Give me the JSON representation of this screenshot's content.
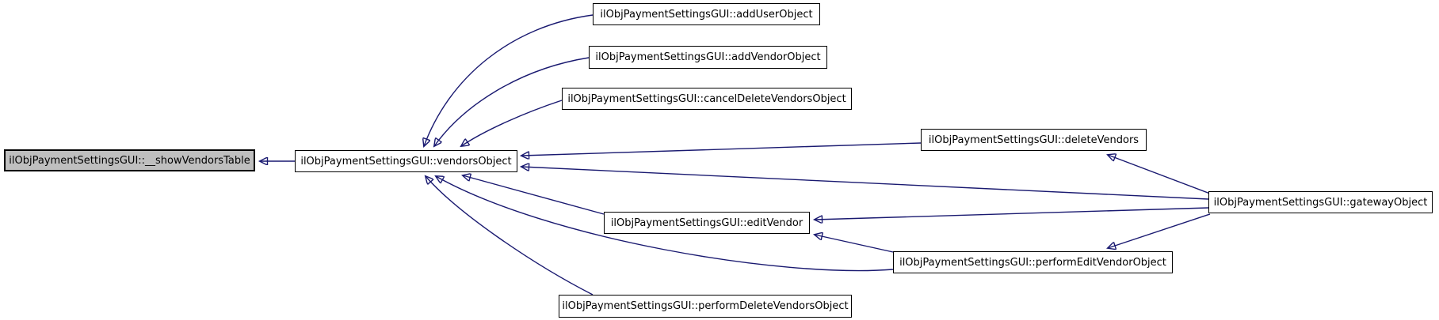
{
  "diagram": {
    "type": "call-graph",
    "background_color": "#ffffff",
    "edge_color": "#191970",
    "node_border_color": "#000000",
    "node_fill_color": "#ffffff",
    "highlighted_node_fill_color": "#bfbfbf",
    "nodes": {
      "showVendorsTable": {
        "label": "ilObjPaymentSettingsGUI::__showVendorsTable",
        "highlighted": true
      },
      "vendorsObject": {
        "label": "ilObjPaymentSettingsGUI::vendorsObject",
        "highlighted": false
      },
      "addUserObject": {
        "label": "ilObjPaymentSettingsGUI::addUserObject",
        "highlighted": false
      },
      "addVendorObject": {
        "label": "ilObjPaymentSettingsGUI::addVendorObject",
        "highlighted": false
      },
      "cancelDeleteVendorsObject": {
        "label": "ilObjPaymentSettingsGUI::cancelDeleteVendorsObject",
        "highlighted": false
      },
      "deleteVendors": {
        "label": "ilObjPaymentSettingsGUI::deleteVendors",
        "highlighted": false
      },
      "gatewayObject": {
        "label": "ilObjPaymentSettingsGUI::gatewayObject",
        "highlighted": false
      },
      "editVendor": {
        "label": "ilObjPaymentSettingsGUI::editVendor",
        "highlighted": false
      },
      "performEditVendorObject": {
        "label": "ilObjPaymentSettingsGUI::performEditVendorObject",
        "highlighted": false
      },
      "performDeleteVendorsObject": {
        "label": "ilObjPaymentSettingsGUI::performDeleteVendorsObject",
        "highlighted": false
      }
    },
    "edges": [
      {
        "from": "vendorsObject",
        "to": "showVendorsTable"
      },
      {
        "from": "addUserObject",
        "to": "vendorsObject"
      },
      {
        "from": "addVendorObject",
        "to": "vendorsObject"
      },
      {
        "from": "cancelDeleteVendorsObject",
        "to": "vendorsObject"
      },
      {
        "from": "deleteVendors",
        "to": "vendorsObject"
      },
      {
        "from": "gatewayObject",
        "to": "vendorsObject"
      },
      {
        "from": "editVendor",
        "to": "vendorsObject"
      },
      {
        "from": "performEditVendorObject",
        "to": "vendorsObject"
      },
      {
        "from": "performDeleteVendorsObject",
        "to": "vendorsObject"
      },
      {
        "from": "gatewayObject",
        "to": "deleteVendors"
      },
      {
        "from": "gatewayObject",
        "to": "editVendor"
      },
      {
        "from": "performEditVendorObject",
        "to": "editVendor"
      },
      {
        "from": "gatewayObject",
        "to": "performEditVendorObject"
      }
    ]
  }
}
